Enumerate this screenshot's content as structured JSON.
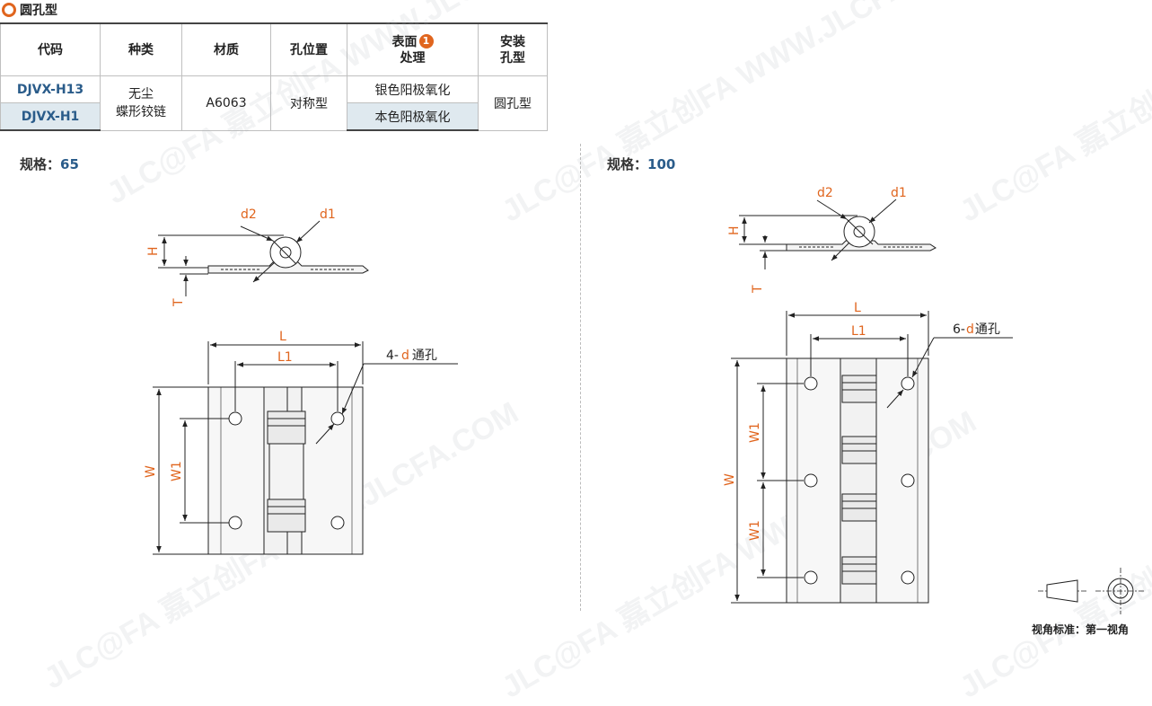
{
  "section_title": "圆孔型",
  "table": {
    "headers": {
      "code": "代码",
      "type": "种类",
      "material": "材质",
      "hole_position": "孔位置",
      "surface_line1": "表面",
      "surface_line2": "处理",
      "surface_badge": "1",
      "mount_line1": "安装",
      "mount_line2": "孔型"
    },
    "rows": [
      {
        "code": "DJVX-H13",
        "surface": "银色阳极氧化"
      },
      {
        "code": "DJVX-H1",
        "surface": "本色阳极氧化"
      }
    ],
    "shared": {
      "type_line1": "无尘",
      "type_line2": "蝶形铰链",
      "material": "A6063",
      "hole_position": "对称型",
      "mount": "圆孔型"
    }
  },
  "left_drawing": {
    "spec_prefix": "规格：",
    "spec_value": "65",
    "labels": {
      "d2": "d2",
      "d1": "d1",
      "H": "H",
      "T": "T",
      "L": "L",
      "L1": "L1",
      "W": "W",
      "W1": "W1",
      "hole_prefix": "4-",
      "hole_d": "d",
      "hole_suffix": "通孔"
    }
  },
  "right_drawing": {
    "spec_prefix": "规格：",
    "spec_value": "100",
    "labels": {
      "d2": "d2",
      "d1": "d1",
      "H": "H",
      "T": "T",
      "L": "L",
      "L1": "L1",
      "W": "W",
      "W1a": "W1",
      "W1b": "W1",
      "hole_prefix": "6-",
      "hole_d": "d",
      "hole_suffix": "通孔"
    }
  },
  "view_standard": "视角标准：第一视角",
  "watermark": "JLC@FA 嘉立创FA WWW.JLCFA.COM",
  "colors": {
    "accent": "#e0651e",
    "code_blue": "#2a5c8a",
    "row_shade": "#dfe9ef"
  }
}
